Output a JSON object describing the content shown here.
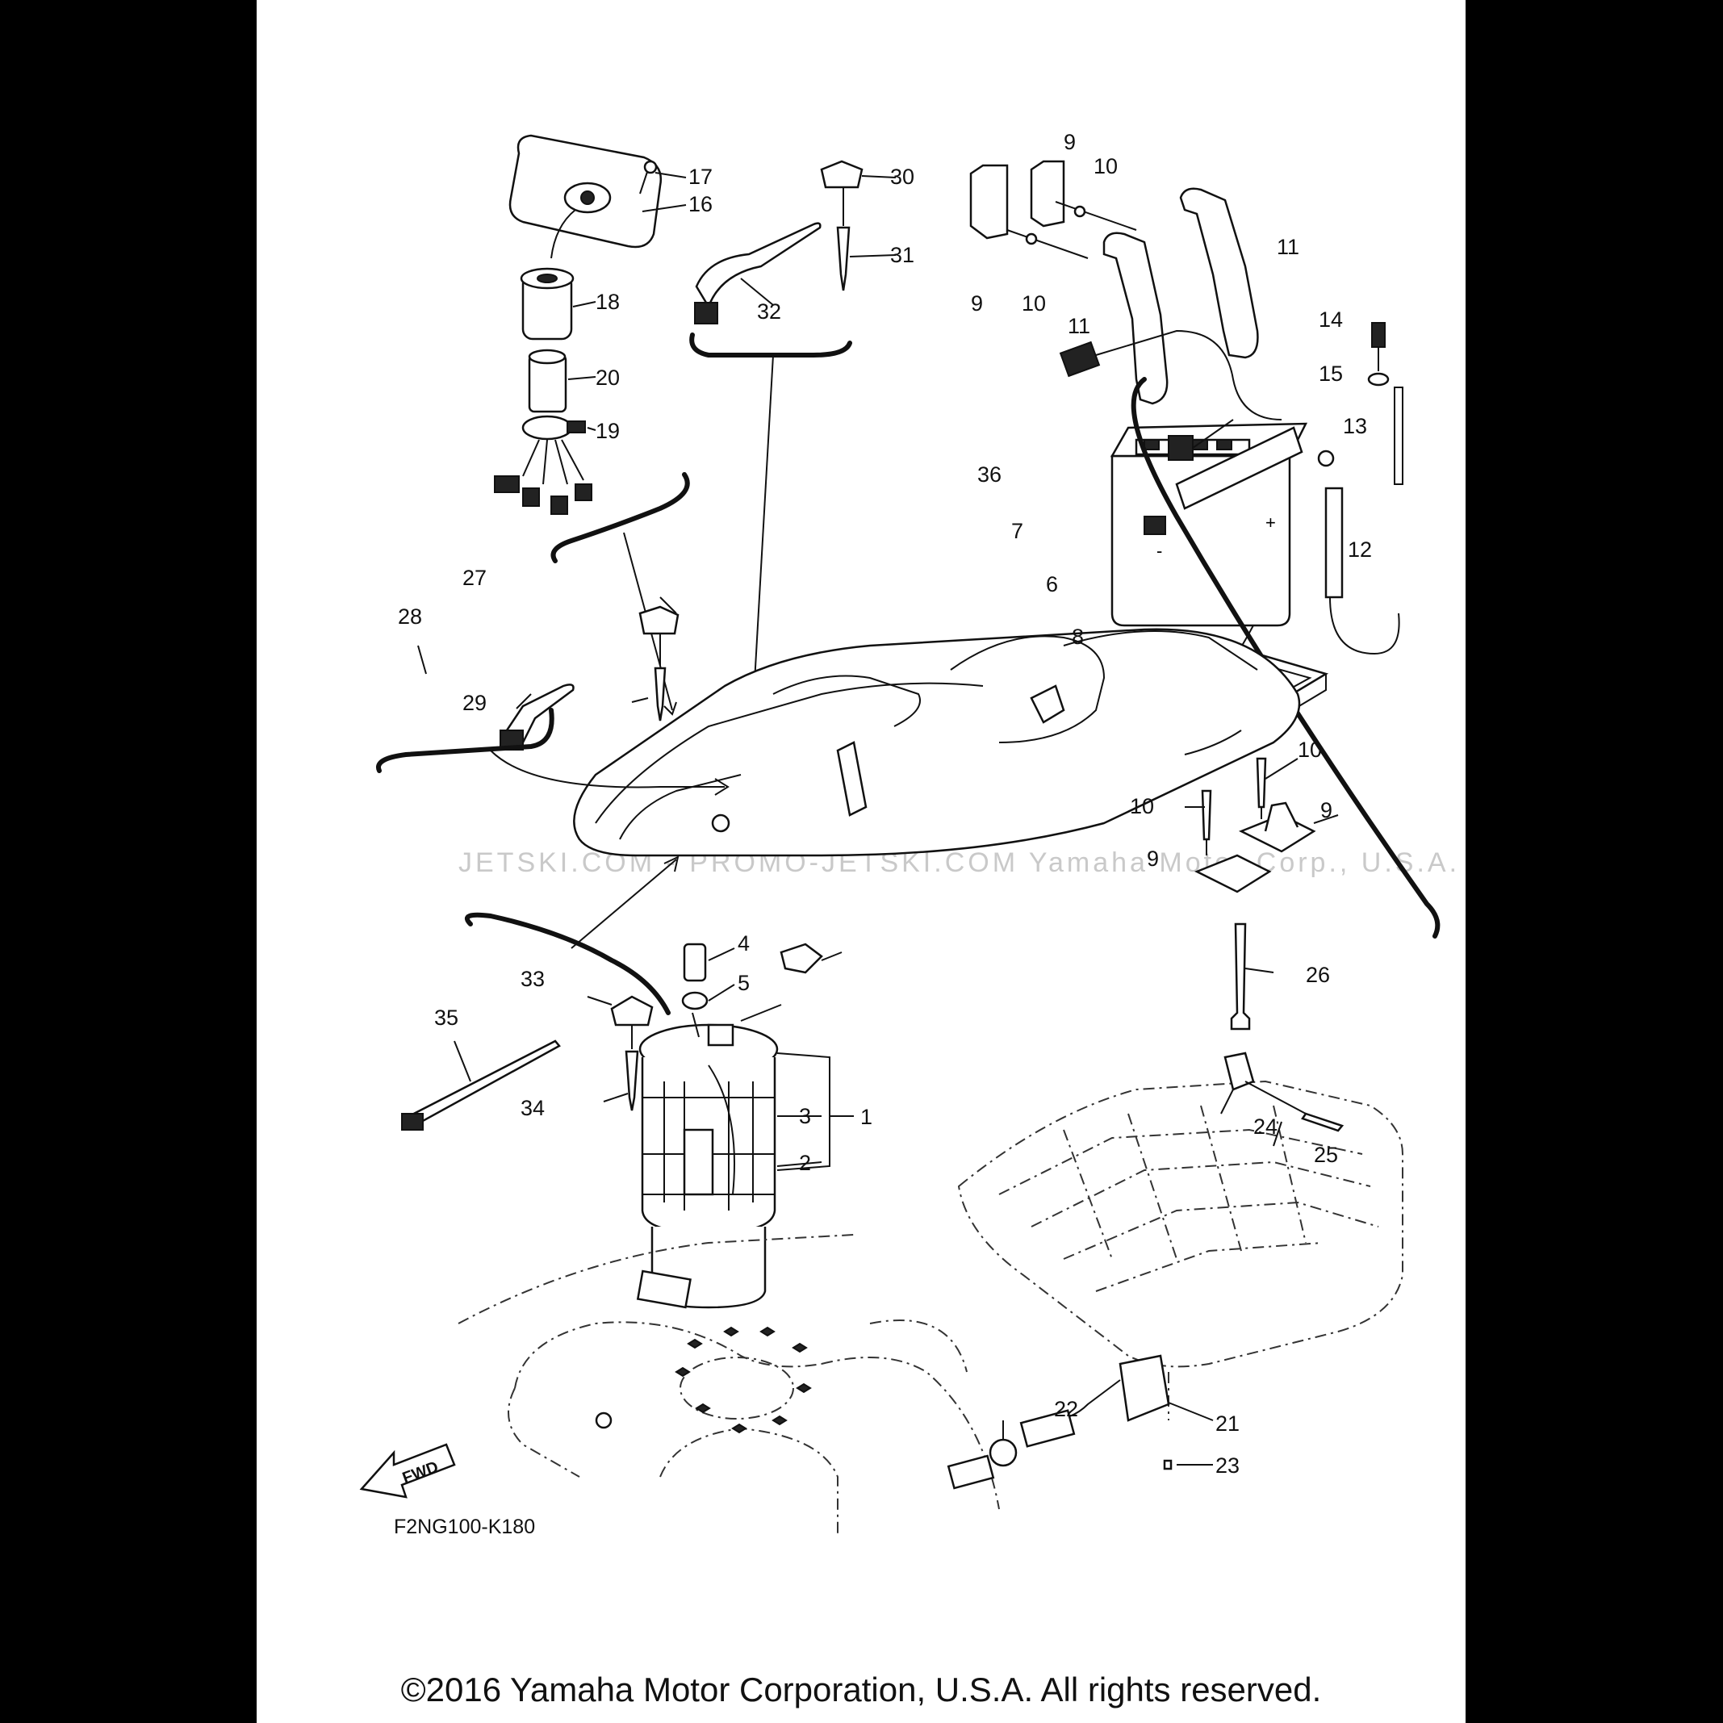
{
  "diagram_code": "F2NG100-K180",
  "watermark": "JETSKI.COM - PROMO-JETSKI.COM   Yamaha Motor Corp., U.S.A.   PROMO-JETSKI.COM",
  "fwd_label": "FWD",
  "copyright": "©2016 Yamaha Motor Corporation, U.S.A. All rights reserved.",
  "callouts": {
    "c1": "1",
    "c2": "2",
    "c3": "3",
    "c4": "4",
    "c5": "5",
    "c6": "6",
    "c7": "7",
    "c8": "8",
    "c9a": "9",
    "c9b": "9",
    "c9c": "9",
    "c9d": "9",
    "c10a": "10",
    "c10b": "10",
    "c10c": "10",
    "c10d": "10",
    "c11a": "11",
    "c11b": "11",
    "c12": "12",
    "c13": "13",
    "c14": "14",
    "c15": "15",
    "c16": "16",
    "c17": "17",
    "c18": "18",
    "c19": "19",
    "c20": "20",
    "c21": "21",
    "c22": "22",
    "c23": "23",
    "c24": "24",
    "c25": "25",
    "c26": "26",
    "c27": "27",
    "c28": "28",
    "c29": "29",
    "c30": "30",
    "c31": "31",
    "c32": "32",
    "c33": "33",
    "c34": "34",
    "c35": "35",
    "c36": "36"
  }
}
